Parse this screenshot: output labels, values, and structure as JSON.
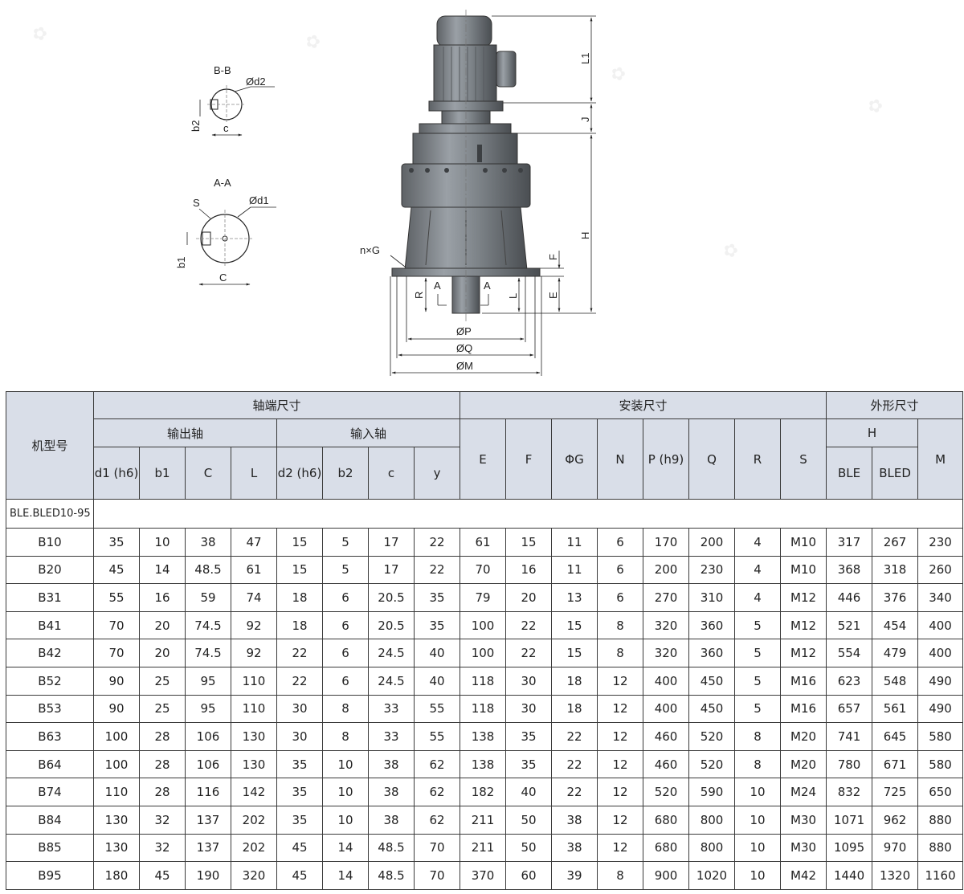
{
  "section_labels": {
    "bb": "B-B",
    "aa": "A-A"
  },
  "dimension_labels": {
    "d2": "Ød2",
    "b2": "b2",
    "c_small": "c",
    "s": "S",
    "d1": "Ød1",
    "b1": "b1",
    "c_big": "C",
    "l1": "L1",
    "j": "J",
    "h": "H",
    "f": "F",
    "e": "E",
    "l": "L",
    "r": "R",
    "nxg": "n×G",
    "a_left": "A",
    "a_right": "A",
    "p": "ØP",
    "q": "ØQ",
    "m": "ØM"
  },
  "table": {
    "model_header": "机型号",
    "shaft_header": "轴端尺寸",
    "install_header": "安装尺寸",
    "outline_header": "外形尺寸",
    "output_shaft": "输出轴",
    "input_shaft": "输入轴",
    "h_group": "H",
    "columns": [
      "d1\n(h6)",
      "b1",
      "C",
      "L",
      "d2\n(h6)",
      "b2",
      "c",
      "y",
      "E",
      "F",
      "ΦG",
      "N",
      "P\n(h9)",
      "Q",
      "R",
      "S",
      "BLE",
      "BLED",
      "M"
    ],
    "group_label": "BLE.BLED10-95",
    "rows": [
      [
        "B10",
        "35",
        "10",
        "38",
        "47",
        "15",
        "5",
        "17",
        "22",
        "61",
        "15",
        "11",
        "6",
        "170",
        "200",
        "4",
        "M10",
        "317",
        "267",
        "230"
      ],
      [
        "B20",
        "45",
        "14",
        "48.5",
        "61",
        "15",
        "5",
        "17",
        "22",
        "70",
        "16",
        "11",
        "6",
        "200",
        "230",
        "4",
        "M10",
        "368",
        "318",
        "260"
      ],
      [
        "B31",
        "55",
        "16",
        "59",
        "74",
        "18",
        "6",
        "20.5",
        "35",
        "79",
        "20",
        "13",
        "6",
        "270",
        "310",
        "4",
        "M12",
        "446",
        "376",
        "340"
      ],
      [
        "B41",
        "70",
        "20",
        "74.5",
        "92",
        "18",
        "6",
        "20.5",
        "35",
        "100",
        "22",
        "15",
        "8",
        "320",
        "360",
        "5",
        "M12",
        "521",
        "454",
        "400"
      ],
      [
        "B42",
        "70",
        "20",
        "74.5",
        "92",
        "22",
        "6",
        "24.5",
        "40",
        "100",
        "22",
        "15",
        "8",
        "320",
        "360",
        "5",
        "M12",
        "554",
        "479",
        "400"
      ],
      [
        "B52",
        "90",
        "25",
        "95",
        "110",
        "22",
        "6",
        "24.5",
        "40",
        "118",
        "30",
        "18",
        "12",
        "400",
        "450",
        "5",
        "M16",
        "623",
        "548",
        "490"
      ],
      [
        "B53",
        "90",
        "25",
        "95",
        "110",
        "30",
        "8",
        "33",
        "55",
        "118",
        "30",
        "18",
        "12",
        "400",
        "450",
        "5",
        "M16",
        "657",
        "561",
        "490"
      ],
      [
        "B63",
        "100",
        "28",
        "106",
        "130",
        "30",
        "8",
        "33",
        "55",
        "138",
        "35",
        "22",
        "12",
        "460",
        "520",
        "8",
        "M20",
        "741",
        "645",
        "580"
      ],
      [
        "B64",
        "100",
        "28",
        "106",
        "130",
        "35",
        "10",
        "38",
        "62",
        "138",
        "35",
        "22",
        "12",
        "460",
        "520",
        "8",
        "M20",
        "780",
        "671",
        "580"
      ],
      [
        "B74",
        "110",
        "28",
        "116",
        "142",
        "35",
        "10",
        "38",
        "62",
        "182",
        "40",
        "22",
        "12",
        "520",
        "590",
        "10",
        "M24",
        "832",
        "725",
        "650"
      ],
      [
        "B84",
        "130",
        "32",
        "137",
        "202",
        "35",
        "10",
        "38",
        "62",
        "211",
        "50",
        "38",
        "12",
        "680",
        "800",
        "10",
        "M30",
        "1071",
        "962",
        "880"
      ],
      [
        "B85",
        "130",
        "32",
        "137",
        "202",
        "45",
        "14",
        "48.5",
        "70",
        "211",
        "50",
        "38",
        "12",
        "680",
        "800",
        "10",
        "M30",
        "1095",
        "970",
        "880"
      ],
      [
        "B95",
        "180",
        "45",
        "190",
        "320",
        "45",
        "14",
        "48.5",
        "70",
        "370",
        "60",
        "39",
        "8",
        "900",
        "1020",
        "10",
        "M42",
        "1440",
        "1320",
        "1160"
      ]
    ]
  }
}
